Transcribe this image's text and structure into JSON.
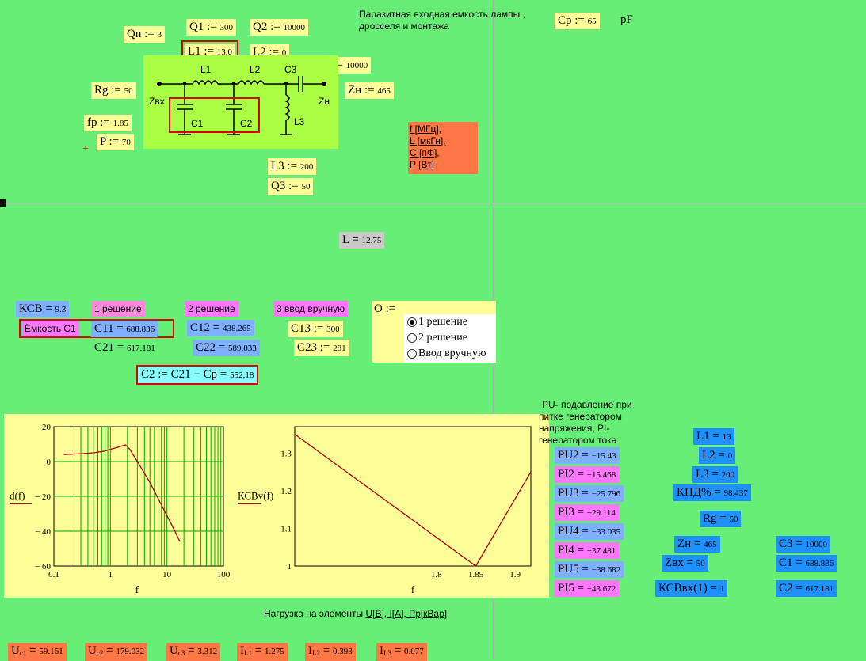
{
  "inputs": {
    "Qn": {
      "label": "Qn := ",
      "value": "3"
    },
    "Q1": {
      "label": "Q1 := ",
      "value": "300"
    },
    "Q2": {
      "label": "Q2 := ",
      "value": "10000"
    },
    "L1": {
      "label": "L1 := ",
      "value": "13.0"
    },
    "L2": {
      "label": "L2 := ",
      "value": "0"
    },
    "C3": {
      "label": "C3 := ",
      "value": "10000"
    },
    "Rg": {
      "label": "Rg := ",
      "value": "50"
    },
    "Zn": {
      "label": "Zн := ",
      "value": "465"
    },
    "fp": {
      "label": "fp := ",
      "value": "1.85"
    },
    "P": {
      "label": "P := ",
      "value": "70"
    },
    "L3": {
      "label": "L3 := ",
      "value": "200"
    },
    "Q3": {
      "label": "Q3 := ",
      "value": "50"
    },
    "Cp": {
      "label": "Cp := ",
      "value": "65",
      "unit": "pF"
    }
  },
  "parasitic_note": [
    "Паразитная входная емкость лампы ,",
    "дросселя и монтажа"
  ],
  "circuit": {
    "Zvx": "Zвх",
    "Zn": "Zн",
    "L1": "L1",
    "L2": "L2",
    "C3": "C3",
    "C1": "C1",
    "C2": "C2",
    "L3": "L3"
  },
  "units_legend": [
    "f [МГц],",
    "L [мкГн],",
    "C [пФ],",
    "P [Вт]"
  ],
  "cursor_mark": "+",
  "L_result": {
    "label": "L = ",
    "value": "12.75"
  },
  "ksv": {
    "label": "КСВ = ",
    "value": "9.3"
  },
  "solutions": {
    "s1": "1 решение",
    "s2": "2 решение",
    "s3": "3 ввод вручную",
    "cap_c1": "Ёмкость С1",
    "C11": {
      "label": "C11 = ",
      "value": "688.836"
    },
    "C12": {
      "label": "C12 = ",
      "value": "438.265"
    },
    "C13": {
      "label": "C13 := ",
      "value": "300"
    },
    "C21": {
      "label": "C21 = ",
      "value": "617.181"
    },
    "C22": {
      "label": "C22 = ",
      "value": "589.833"
    },
    "C23": {
      "label": "C23 := ",
      "value": "281"
    },
    "C2": {
      "label": "C2 := C21 − Cp = ",
      "value": "552.18"
    }
  },
  "selector": {
    "label": "O :=",
    "options": [
      "1 решение",
      "2 решение",
      "Ввод вручную"
    ],
    "selected": 0
  },
  "pu_note": [
    "PU- подавление при",
    "питке генератором",
    "напряжения, PI-",
    "генератором тока"
  ],
  "pu_values": [
    {
      "label": "PU2 = ",
      "value": "−15.43",
      "kind": "pu"
    },
    {
      "label": "PI2 = ",
      "value": "−15.468",
      "kind": "pi"
    },
    {
      "label": "PU3 = ",
      "value": "−25.796",
      "kind": "pu"
    },
    {
      "label": "PI3 = ",
      "value": "−29.114",
      "kind": "pi"
    },
    {
      "label": "PU4 = ",
      "value": "−33.035",
      "kind": "pu"
    },
    {
      "label": "PI4 = ",
      "value": "−37.481",
      "kind": "pi"
    },
    {
      "label": "PU5 = ",
      "value": "−38.682",
      "kind": "pu"
    },
    {
      "label": "PI5 = ",
      "value": "−43.672",
      "kind": "pi"
    }
  ],
  "results": {
    "L1": {
      "label": "L1 = ",
      "value": "13"
    },
    "L2": {
      "label": "L2 = ",
      "value": "0"
    },
    "L3": {
      "label": "L3 = ",
      "value": "200"
    },
    "kpd": {
      "label": "КПД% = ",
      "value": "98.437"
    },
    "Rg": {
      "label": "Rg = ",
      "value": "50"
    },
    "Zn": {
      "label": "Zн = ",
      "value": "465"
    },
    "Zvx": {
      "label": "Zвх = ",
      "value": "50"
    },
    "ksvvx": {
      "label": "КСВвх(1) = ",
      "value": "1"
    },
    "C3": {
      "label": "C3 = ",
      "value": "10000"
    },
    "C1": {
      "label": "C1 = ",
      "value": "688.836"
    },
    "C2": {
      "label": "C2 = ",
      "value": "617.181"
    }
  },
  "load_note": {
    "prefix": "Нагрузка на элементы ",
    "rest": "U[B], I[A], Pp[кВар]"
  },
  "loads": [
    {
      "sym": "U",
      "sub": "c1",
      "value": "59.161"
    },
    {
      "sym": "U",
      "sub": "c2",
      "value": "179.032"
    },
    {
      "sym": "U",
      "sub": "c3",
      "value": "3.312"
    },
    {
      "sym": "I",
      "sub": "L1",
      "value": "1.275"
    },
    {
      "sym": "I",
      "sub": "L2",
      "value": "0.393"
    },
    {
      "sym": "I",
      "sub": "L3",
      "value": "0.077"
    }
  ],
  "colors": {
    "background": "#66ee77",
    "curve": "#b00000",
    "grid": "#00aa00",
    "axis_underline": "#b00000"
  },
  "chart_data": [
    {
      "type": "line",
      "xscale": "log",
      "xlim": [
        0.1,
        100
      ],
      "ylim": [
        -60,
        20
      ],
      "xticks": [
        0.1,
        1,
        10,
        100
      ],
      "xticklabels": [
        "0.1",
        "1",
        "10",
        "100"
      ],
      "yticks": [
        20,
        0,
        -20,
        -40,
        -60
      ],
      "yticklabels": [
        "20",
        "0",
        "− 20",
        "− 40",
        "− 60"
      ],
      "xlabel": "f",
      "ylabel": "d(f)",
      "grid": true,
      "series": [
        {
          "x": [
            0.15,
            0.3,
            0.5,
            0.8,
            1.0,
            1.3,
            1.6,
            1.85,
            2.2,
            3,
            5,
            8,
            12,
            17
          ],
          "y": [
            4,
            4.5,
            5,
            6,
            7,
            8,
            9,
            9.5,
            7,
            0,
            -12,
            -25,
            -36,
            -46
          ]
        }
      ]
    },
    {
      "type": "line",
      "xlim": [
        1.62,
        1.92
      ],
      "ylim": [
        1,
        1.37
      ],
      "xticks": [
        1.8,
        1.85,
        1.9
      ],
      "xticklabels": [
        "1.8",
        "1.85",
        "1.9"
      ],
      "yticks": [
        1.3,
        1.2,
        1.1,
        1
      ],
      "yticklabels": [
        "1.3",
        "1.2",
        "1.1",
        "1"
      ],
      "xlabel": "f",
      "ylabel": "КСВv(f)",
      "grid": false,
      "series": [
        {
          "x": [
            1.62,
            1.85,
            1.92
          ],
          "y": [
            1.35,
            1.0,
            1.25
          ]
        }
      ]
    }
  ]
}
